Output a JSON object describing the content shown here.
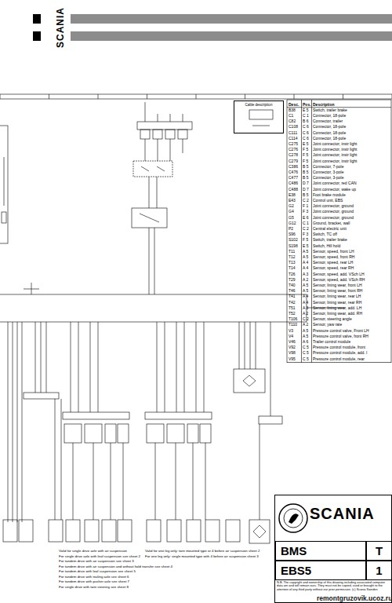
{
  "diagram": {
    "nodes": [
      {
        "text": [
          "Cable description"
        ]
      },
      {
        "text": [
          "SCANIA"
        ]
      },
      {
        "text": [
          "BMS"
        ],
        "in": 1
      },
      {
        "text": [
          "T"
        ],
        "in": 1
      },
      {
        "text": [
          "EBS5"
        ],
        "in": 1
      },
      {
        "text": [
          "1"
        ],
        "in": 1
      },
      {
        "text": [
          "N.B. The copyright and ownership of this drawing including associated computer data are and will remain ours. They must not be copied, used or brought to the attention of any third party without our prior permission. (c) Scania Sweden"
        ],
        "in": 1
      }
    ],
    "labels": [
      "SCANIA",
      "remontgruzovik.ucoz.ru",
      "Valid for single drive axle with air suspension",
      "For single drive axle with leaf suspension see sheet 2",
      "For tandem drive with air suspension see sheet 3",
      "For tandem drive with air suspension and without hold transfer see sheet 4",
      "For tandem drive with leaf suspension see sheet 5",
      "For tandem drive with trailing axle see sheet 6",
      "For tandem drive with pusher axle see sheet 7",
      "For single drive with twin steering see sheet 8",
      "Valid for one leg only: twin mounted type or 4 before air suspension sheet 2",
      "For one leg only: single mounted type with 4 before air suspension sheet 3",
      "Desc.",
      "Pos.",
      "Description",
      "B38",
      "E 5",
      "Switch, trailer brake",
      "C1",
      "C 1",
      "Connector, 18-pole",
      "C82",
      "B 6",
      "Connector, trailer",
      "C108",
      "C 6",
      "Connector, 18-pole",
      "C111",
      "C 6",
      "Connector, 18-pole",
      "C114",
      "C 6",
      "Connector, 18-pole",
      "C275",
      "E 5",
      "Joint connector, instr light",
      "C276",
      "F 5",
      "Joint connector, instr light",
      "C278",
      "F 5",
      "Joint connector, instr light",
      "C279",
      "F 5",
      "Joint connector, instr light",
      "C386",
      "B 5",
      "Connector, 7-pole",
      "C476",
      "B 5",
      "Connector, 3-pole",
      "C477",
      "B 5",
      "Connector, 3-pole",
      "C486",
      "D 7",
      "Joint connector, red CAN",
      "C488",
      "D 7",
      "Joint connector, wake up",
      "E38",
      "B 5",
      "Foot brake module",
      "E43",
      "C 2",
      "Control unit, EBS",
      "G2",
      "F 1",
      "Joint connector, ground",
      "G4",
      "F 3",
      "Joint connector, ground",
      "G5",
      "E 6",
      "Joint connector, ground",
      "G12",
      "C 1",
      "Ground, bracket, wall",
      "P2",
      "C 2",
      "Central electric unit",
      "S96",
      "F 3",
      "Switch, TC off",
      "S102",
      "F 5",
      "Switch, trailer brake",
      "S198",
      "E 5",
      "Switch, Hill hold",
      "T11",
      "A 5",
      "Sensor, speed, front LH",
      "T12",
      "A 5",
      "Sensor, speed, front RH",
      "T13",
      "A 4",
      "Sensor, speed, rear LH",
      "T14",
      "A 4",
      "Sensor, speed, rear RH",
      "T26",
      "A 3",
      "Sensor, speed, add. VSch LH",
      "T29",
      "A 2",
      "Sensor, speed, add. VSch RH",
      "T40",
      "A 5",
      "Sensor, lining wear, front LH",
      "T46",
      "A 5",
      "Sensor, lining wear, front RH",
      "T41",
      "A 4",
      "Sensor, lining wear, rear LH",
      "T42",
      "A 4",
      "Sensor, lining wear, rear RH",
      "T51",
      "A 3",
      "Sensor, lining wear, add. LH",
      "T52",
      "A 2",
      "Sensor, lining wear, add. RH",
      "T106",
      "C 2",
      "Sensor, steering angle",
      "T110",
      "A 2",
      "Sensor, yaw rate",
      "V3",
      "A 5",
      "Pressure control valve, Front LH",
      "V4",
      "A 5",
      "Pressure control valve, front RH",
      "V46",
      "A 6",
      "Trailer control module",
      "V92",
      "C 5",
      "Pressure control module, front",
      "V98",
      "C 5",
      "Pressure control module, add. I",
      "V95",
      "C 5",
      "Pressure control module, rear"
    ]
  }
}
